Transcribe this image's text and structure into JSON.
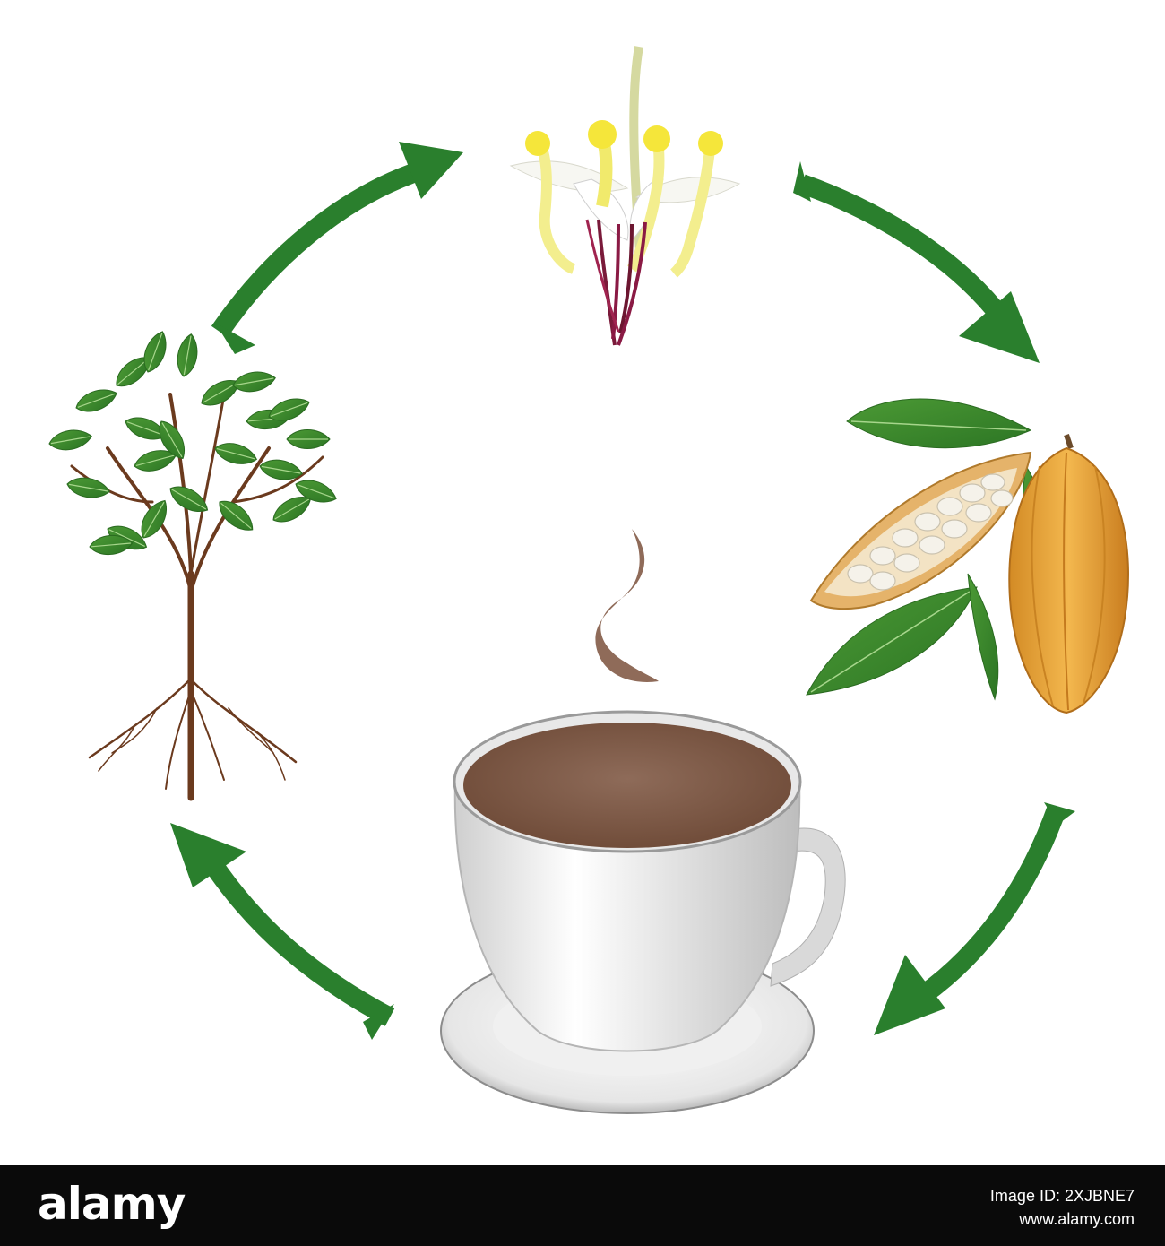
{
  "diagram": {
    "stages": [
      {
        "id": "flower",
        "icon": "cacao-flower-icon"
      },
      {
        "id": "pods",
        "icon": "cacao-pods-icon"
      },
      {
        "id": "drink",
        "icon": "hot-chocolate-cup-icon"
      },
      {
        "id": "tree",
        "icon": "cacao-tree-icon"
      }
    ],
    "arrow_color": "#2a7f2d",
    "leaf_color": "#3b8c2c",
    "cocoa_color": "#8a6756",
    "pod_color": "#e6a53a"
  },
  "footer": {
    "logo": "alamy",
    "image_id": "Image ID: 2XJBNE7",
    "url": "www.alamy.com"
  }
}
